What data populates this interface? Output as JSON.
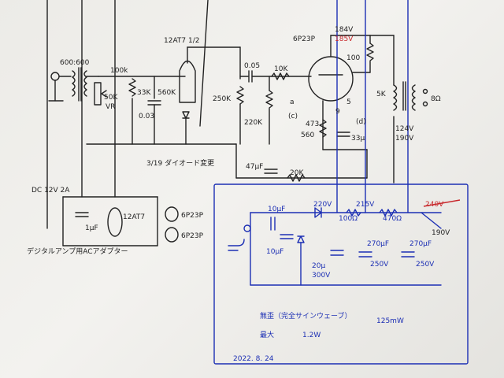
{
  "labels": {
    "tube1": "12AT7 1/2",
    "tube2": "6P23P",
    "b_plus_top_old": "184V",
    "b_plus_top_new": "185V",
    "transformer_in": "600:600",
    "r_100k": "100k",
    "vr_50k": "50K",
    "vr_label": "VR",
    "r_33k": "33K",
    "c_003": "0.03",
    "r_560k": "560K",
    "r_250k": "250K",
    "c_005": "0.05",
    "r_10k": "10K",
    "r_220k": "220K",
    "r_100_plate": "100",
    "r_5k": "5K",
    "out_8ohm": "8Ω",
    "pin_a": "a",
    "pin_c": "(c)",
    "pin_d": "(d)",
    "pin_5": "5",
    "pin_9": "9",
    "r_473": "473",
    "r_560": "560",
    "c_33uf": "33μ",
    "r_20k": "20K",
    "c_47uf": "47μF",
    "b_mid_old": "124V",
    "b_mid_new": "190V",
    "diode_note": "3/19 ダイオード変更",
    "dc_input": "DC 12V 2A",
    "adapter_note": "デジタルアンプ用ACアダプター",
    "heater_tube": "12AT7",
    "heater_p1": "6P23P",
    "heater_p2": "6P23P",
    "c_1uf": "1μF",
    "psu_10uf_a": "10μF",
    "psu_10uf_b": "10μF",
    "psu_220v": "220V",
    "psu_215v": "215V",
    "psu_100ohm": "100Ω",
    "psu_470ohm": "470Ω",
    "psu_240v_old": "240V",
    "psu_190v": "190V",
    "psu_20u": "20μ",
    "psu_300v": "300V",
    "psu_270uf_a": "270μF",
    "psu_250v_a": "250V",
    "psu_270uf_b": "270μF",
    "psu_250v_b": "250V",
    "note_sine": "無歪（完全サインウェーブ）",
    "note_sine_val": "125mW",
    "note_max": "最大",
    "note_max_val": "1.2W",
    "date": "2022. 8. 24"
  },
  "colors": {
    "ink": "#222222",
    "blue_ink": "#1c2fb4",
    "red_ink": "#c8262a",
    "paper": "#efeeea"
  }
}
